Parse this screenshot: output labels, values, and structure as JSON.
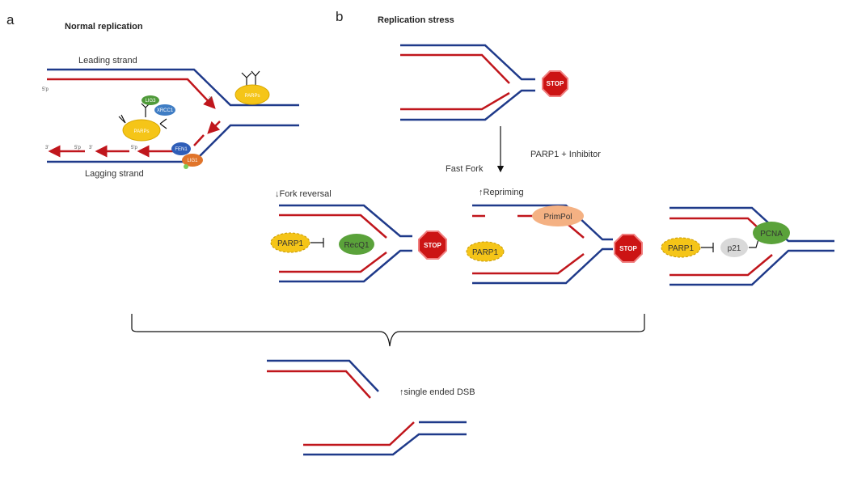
{
  "panels": {
    "a": {
      "letter": "a",
      "title": "Normal replication"
    },
    "b": {
      "letter": "b",
      "title": "Replication stress"
    }
  },
  "panel_a": {
    "leading_strand": "Leading strand",
    "lagging_strand": "Lagging strand",
    "parps_upper": "PARPs",
    "parps_lower": "PARPs",
    "lig3": "LIG3",
    "xrcc1": "XRCC1",
    "fen1": "FEN1",
    "lig1": "LIG1",
    "end_5p": "5'p",
    "end_3p_lag1": "3'",
    "end_5p_lag1": "5'p",
    "end_3p_lag2": "3'",
    "end_5p_lag2": "5'p",
    "end_3p_lead": "3'"
  },
  "panel_b": {
    "stop_label": "STOP",
    "fast_fork": "Fast Fork",
    "treatment": "PARP1 + Inhibitor",
    "fork_reversal": "↓Fork reversal",
    "repriming": "↑Repriming",
    "parp1_1": "PARP1",
    "parp1_2": "PARP1",
    "parp1_3": "PARP1",
    "recq1": "RecQ1",
    "primpol": "PrimPol",
    "p21": "p21",
    "pcna": "PCNA",
    "dsb": "↑single ended DSB"
  },
  "colors": {
    "template_strand": "#1f3a8a",
    "nascent_strand": "#c0161c",
    "parp": "#f5c518",
    "stop": "#cc1414",
    "recq1": "#5aa23a",
    "primpol": "#f4b183",
    "pcna": "#5aa23a",
    "p21": "#d9d9d9"
  }
}
